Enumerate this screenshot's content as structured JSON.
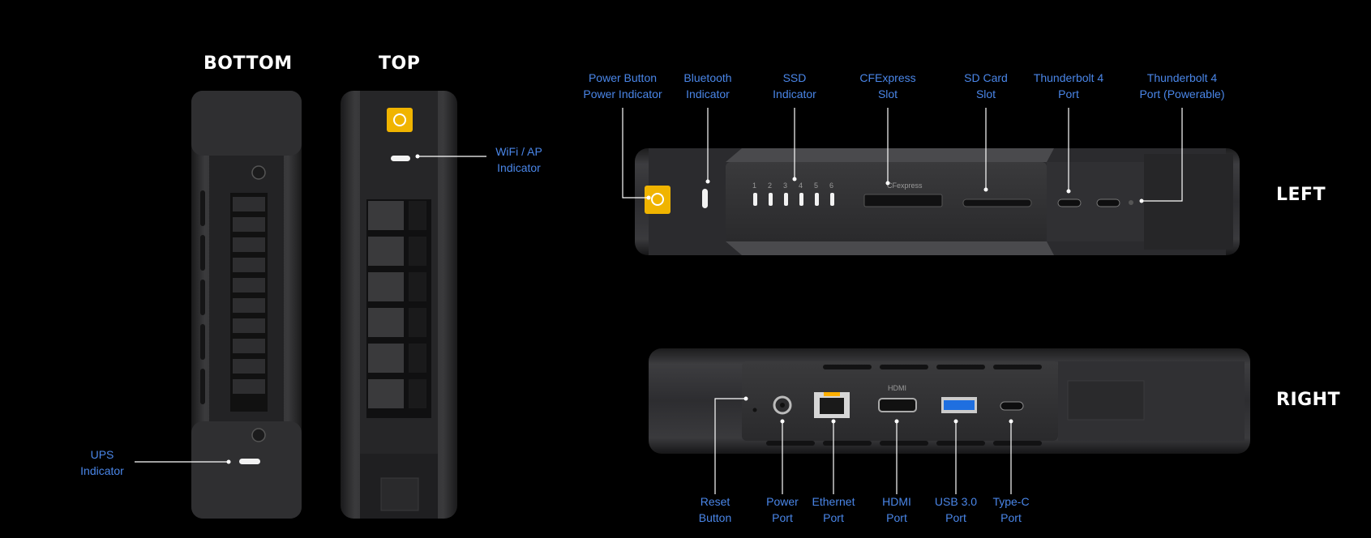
{
  "views": {
    "bottom": "BOTTOM",
    "top": "TOP",
    "left": "LEFT",
    "right": "RIGHT"
  },
  "callouts": {
    "ups": [
      "UPS",
      "Indicator"
    ],
    "wifi": [
      "WiFi / AP",
      "Indicator"
    ],
    "power_button": [
      "Power Button",
      "Power Indicator"
    ],
    "bluetooth": [
      "Bluetooth",
      "Indicator"
    ],
    "ssd": [
      "SSD",
      "Indicator"
    ],
    "cfexpress": [
      "CFExpress",
      "Slot"
    ],
    "sdcard": [
      "SD Card",
      "Slot"
    ],
    "tb4": [
      "Thunderbolt 4",
      "Port"
    ],
    "tb4_power": [
      "Thunderbolt 4",
      "Port (Powerable)"
    ],
    "reset": [
      "Reset",
      "Button"
    ],
    "power_port": [
      "Power",
      "Port"
    ],
    "ethernet": [
      "Ethernet",
      "Port"
    ],
    "hdmi": [
      "HDMI",
      "Port"
    ],
    "usb3": [
      "USB 3.0",
      "Port"
    ],
    "typec": [
      "Type-C",
      "Port"
    ]
  },
  "device_labels": {
    "cfexpress": "CFexpress",
    "hdmi": "HDMI",
    "ssd_numbers": [
      "1",
      "2",
      "3",
      "4",
      "5",
      "6"
    ]
  },
  "colors": {
    "background": "#000000",
    "label_blue": "#4a86e8",
    "accent_yellow": "#f0b400",
    "device_dark": "#2a2a2c"
  }
}
